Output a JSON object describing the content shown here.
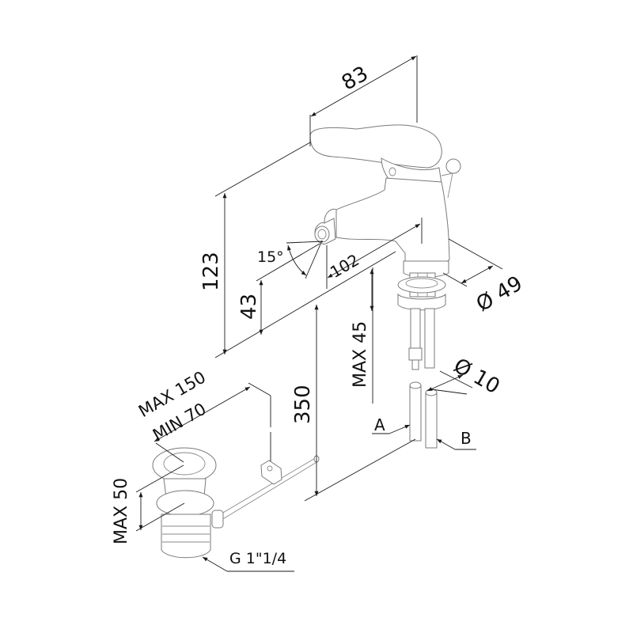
{
  "drawing": {
    "subject": "Bidet mixer tap with pop-up waste – dimensional drawing",
    "line_color": "#7a7a7a",
    "dimension_color": "#1a1a1a",
    "labels": {
      "handle_length": "83",
      "total_height": "123",
      "spout_height": "43",
      "spout_angle": "15°",
      "spout_reach": "102",
      "base_diameter": "Ø 49",
      "max_deck_thickness_tap": "MAX 45",
      "hose_diameter": "Ø 10",
      "hose_a": "A",
      "hose_b": "B",
      "centre_height": "350",
      "waste_rod_max": "MAX 150",
      "waste_rod_min": "MIN 70",
      "max_deck_thickness_waste": "MAX 50",
      "waste_thread": "G 1\"1/4"
    }
  }
}
